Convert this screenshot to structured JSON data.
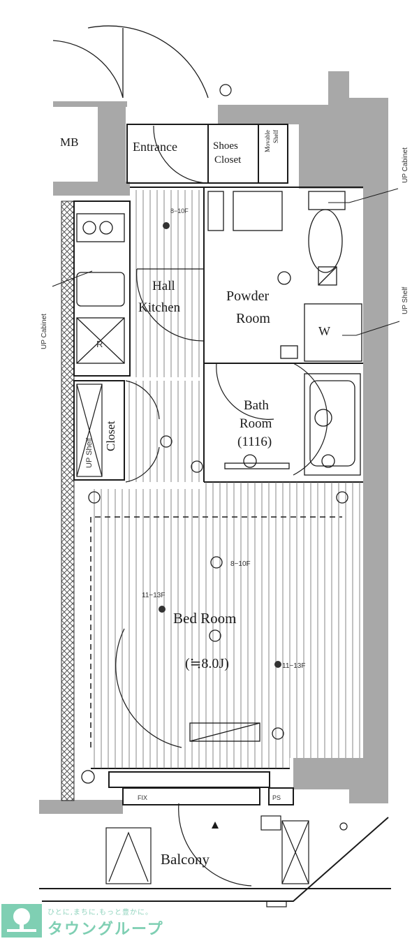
{
  "rooms": {
    "mb": "MB",
    "entrance": "Entrance",
    "shoes_closet_1": "Shoes",
    "shoes_closet_2": "Closet",
    "movable_shelf_1": "Movable",
    "movable_shelf_2": "Shelf",
    "hall_kitchen_1": "Hall",
    "hall_kitchen_2": "Kitchen",
    "powder_room_1": "Powder",
    "powder_room_2": "Room",
    "washer": "W",
    "bath_room_1": "Bath",
    "bath_room_2": "Room",
    "bath_room_3": "(1116)",
    "closet": "Closet",
    "bed_room": "Bed Room",
    "bed_room_size": "(≒8.0J)",
    "balcony": "Balcony",
    "fix": "FIX",
    "r": "R",
    "ps": "PS"
  },
  "annotations": {
    "up_cabinet_left": "UP Cabinet",
    "up_cabinet_right": "UP Cabinet",
    "up_shelf_right": "UP Shelf",
    "up_shelf_closet": "UP Shelf"
  },
  "fixtures": {
    "light_1": "8−10F",
    "light_2": "11−13F",
    "light_3": "11−13F",
    "light_4": "8−10F"
  },
  "logo": {
    "tagline": "ひとに,まちに,もっと豊かに。",
    "brand": "タウングループ"
  },
  "colors": {
    "wall": "#a8a8a8",
    "line": "#1a1a1a",
    "brand": "#7fcfb3"
  }
}
